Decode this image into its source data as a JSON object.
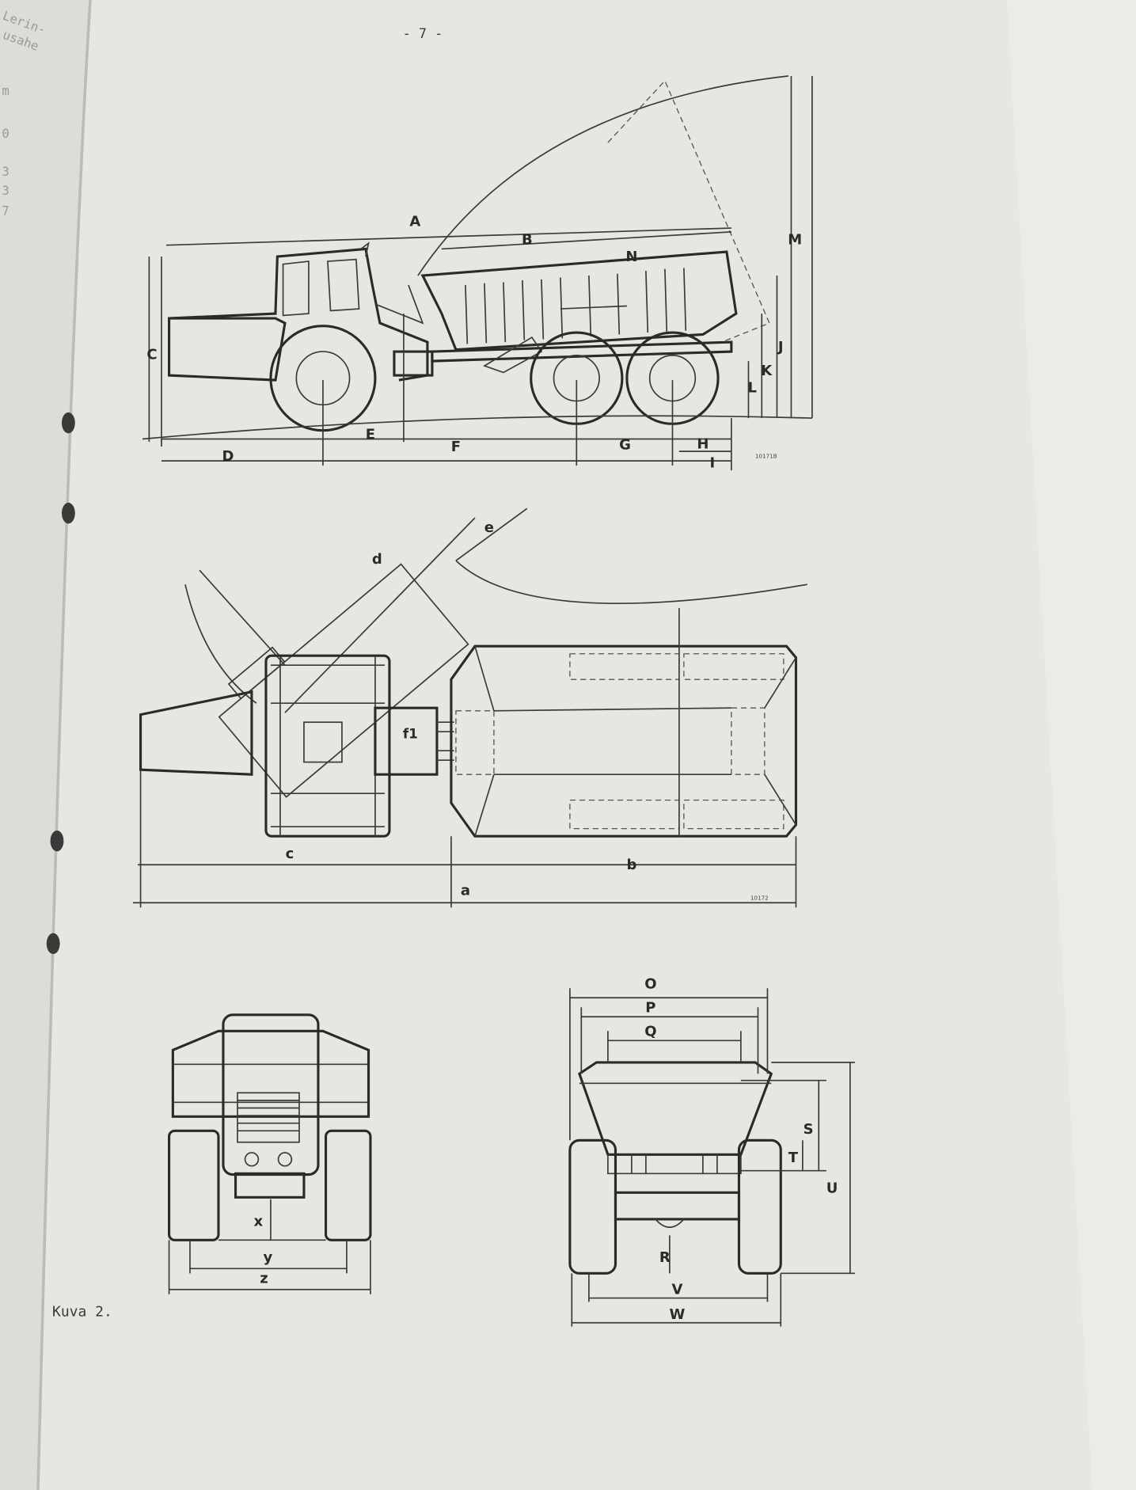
{
  "page": {
    "number": "- 7 -",
    "caption": "Kuva 2.",
    "prev_page_fragments": [
      "Lerin-",
      "usahe",
      "m",
      "0",
      "3",
      "3",
      "7"
    ]
  },
  "side_view": {
    "drawing_id": "10171B",
    "labels": [
      "A",
      "B",
      "C",
      "D",
      "E",
      "F",
      "G",
      "H",
      "I",
      "J",
      "K",
      "L",
      "M",
      "N"
    ]
  },
  "top_view": {
    "drawing_id": "10172",
    "labels": [
      "a",
      "b",
      "c",
      "d",
      "e",
      "f1"
    ]
  },
  "rear_view": {
    "labels": [
      "x",
      "y",
      "z"
    ]
  },
  "front_view": {
    "labels": [
      "O",
      "P",
      "Q",
      "R",
      "S",
      "T",
      "U",
      "V",
      "W"
    ]
  },
  "colors": {
    "paper": "#e7e6e1",
    "ink": "#2a2a2a"
  }
}
